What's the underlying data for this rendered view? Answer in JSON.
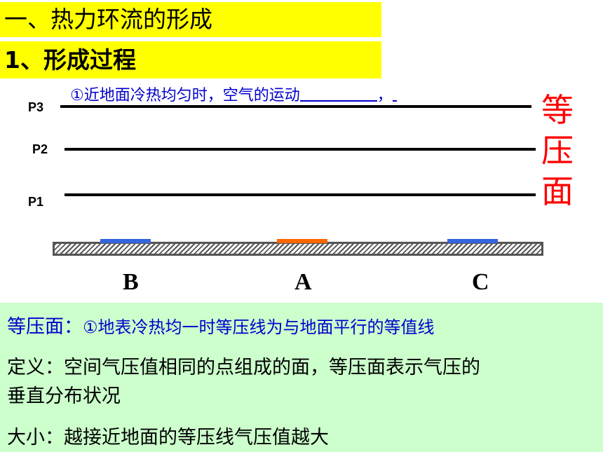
{
  "headers": {
    "section": "一、热力环流的形成",
    "subsection": "1、形成过程"
  },
  "diagram": {
    "question_text": "①近地面冷热均匀时，空气的运动",
    "question_tail": "，",
    "isobar_labels": [
      "P3",
      "P2",
      "P1"
    ],
    "vertical_label": "等压面",
    "locations": [
      "B",
      "A",
      "C"
    ],
    "colors": {
      "cold_surface": "#3366dd",
      "hot_surface": "#ff6600",
      "vertical_label": "#ff0000",
      "header_bg": "#ffff00",
      "panel_bg": "#ccffcc"
    }
  },
  "notes": {
    "term": "等压面：",
    "term_desc": "①地表冷热均一时等压线为与地面平行的等值线",
    "definition_line1": "定义：空间气压值相同的点组成的面，等压面表示气压的",
    "definition_line2": "垂直分布状况",
    "magnitude": "大小：越接近地面的等压线气压值越大"
  }
}
